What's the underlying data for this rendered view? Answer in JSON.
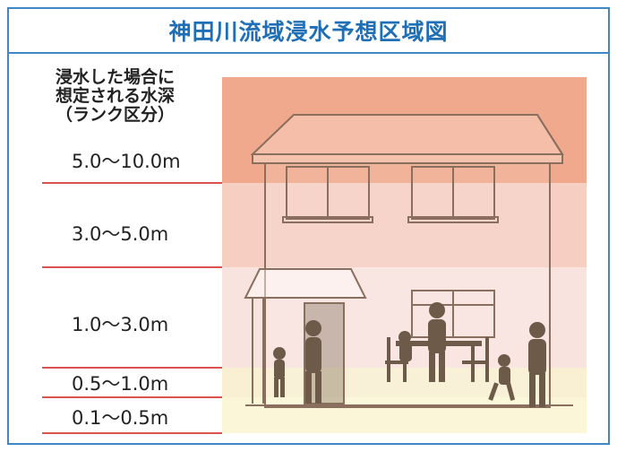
{
  "title": "神田川流域浸水予想区域図",
  "legend_heading": {
    "line1": "浸水した場合に",
    "line2": "想定される水深",
    "line3": "（ランク区分）"
  },
  "ranks": [
    {
      "label": "5.0〜10.0m",
      "color": "#f0a98c"
    },
    {
      "label": "3.0〜5.0m",
      "color": "#f6cfc2"
    },
    {
      "label": "1.0〜3.0m",
      "color": "#f9e3df"
    },
    {
      "label": "0.5〜1.0m",
      "color": "#f9efd2"
    },
    {
      "label": "0.1〜0.5m",
      "color": "#fbf6d7"
    }
  ],
  "colors": {
    "frame": "#3f88c5",
    "title": "#1f6fb6",
    "divider": "#d9534f",
    "house_outline": "#8a6e5e",
    "silhouette": "#6e5a48"
  }
}
